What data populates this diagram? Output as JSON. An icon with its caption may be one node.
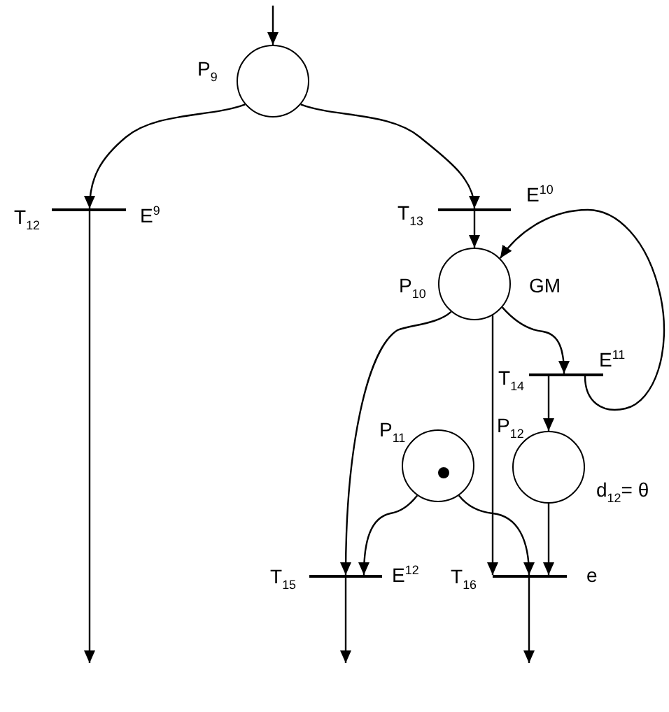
{
  "diagram": {
    "nodes": [
      {
        "text": [
          "P$_{9}$"
        ]
      },
      {
        "text": [
          "T$_{12}$"
        ],
        "beside": [
          "E$^{9}$"
        ]
      },
      {
        "text": [
          "T$_{13}$"
        ],
        "beside": [
          "E$^{10}$"
        ]
      },
      {
        "text": [
          "P$_{10}$"
        ],
        "beside": [
          "GM"
        ]
      },
      {
        "text": [
          "T$_{14}$"
        ],
        "beside": [
          "E$^{11}$"
        ]
      },
      {
        "text": [
          "P$_{11}$"
        ]
      },
      {
        "text": [
          "P$_{12}$"
        ],
        "beside": [
          "d$_{12}$= θ"
        ]
      },
      {
        "text": [
          "T$_{15}$"
        ],
        "beside": [
          "E$^{12}$"
        ]
      },
      {
        "text": [
          "T$_{16}$"
        ],
        "beside": [
          "e"
        ]
      }
    ],
    "edges": [
      {
        "from": null,
        "to": 0,
        "arrow": "to"
      },
      {
        "from": 0,
        "to": 1,
        "arrow": "to"
      },
      {
        "from": 0,
        "to": 2,
        "arrow": "to"
      },
      {
        "from": 1,
        "to": null,
        "arrow": "to"
      },
      {
        "from": 2,
        "to": 3,
        "arrow": "to"
      },
      {
        "from": 4,
        "to": 3,
        "arrow": "to"
      },
      {
        "from": 3,
        "to": 4,
        "arrow": "to"
      },
      {
        "from": 4,
        "to": 6,
        "arrow": "to"
      },
      {
        "from": 3,
        "to": 7,
        "arrow": "to"
      },
      {
        "from": 3,
        "to": 8,
        "arrow": "to"
      },
      {
        "from": 5,
        "to": 7,
        "arrow": "to"
      },
      {
        "from": 5,
        "to": 8,
        "arrow": "to"
      },
      {
        "from": 6,
        "to": 8,
        "arrow": "to"
      },
      {
        "from": 7,
        "to": null,
        "arrow": "to"
      },
      {
        "from": 8,
        "to": null,
        "arrow": "to"
      }
    ]
  }
}
